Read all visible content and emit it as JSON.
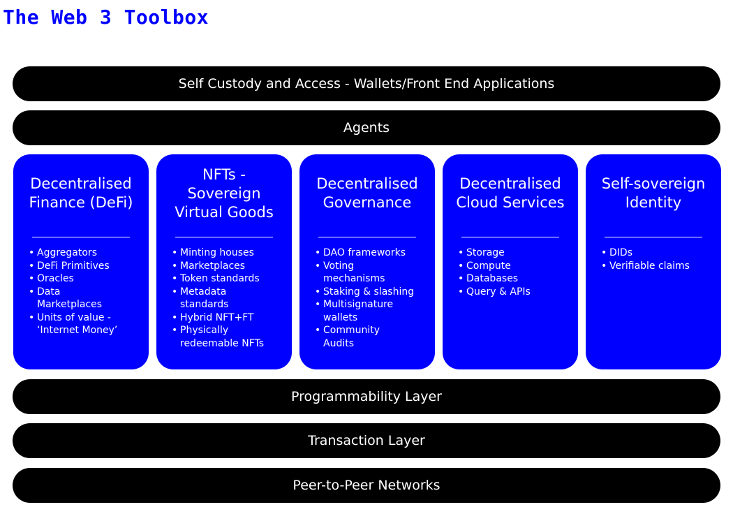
{
  "page": {
    "title": "The Web 3 Toolbox"
  },
  "colors": {
    "card_background": "#0000ff",
    "layer_background": "#000000",
    "title_color": "#0000ff",
    "text_on_dark": "#ffffff"
  },
  "top_layers": [
    {
      "label": "Self Custody and Access - Wallets/Front End Applications"
    },
    {
      "label": "Agents"
    }
  ],
  "cards": [
    {
      "title": "Decentralised\nFinance (DeFi)",
      "items": [
        "Aggregators",
        "DeFi Primitives",
        "Oracles",
        "Data\nMarketplaces",
        "Units of value -\n‘Internet Money’"
      ]
    },
    {
      "title": "NFTs -\nSovereign\nVirtual Goods",
      "items": [
        "Minting houses",
        "Marketplaces",
        "Token standards",
        "Metadata\nstandards",
        "Hybrid NFT+FT",
        "Physically\nredeemable NFTs"
      ]
    },
    {
      "title": "Decentralised\nGovernance",
      "items": [
        "DAO frameworks",
        "Voting\nmechanisms",
        "Staking & slashing",
        "Multisignature\nwallets",
        "Community\nAudits"
      ]
    },
    {
      "title": "Decentralised\nCloud Services",
      "items": [
        "Storage",
        "Compute",
        "Databases",
        "Query & APIs"
      ]
    },
    {
      "title": "Self-sovereign\nIdentity",
      "items": [
        "DIDs",
        "Verifiable claims"
      ]
    }
  ],
  "bottom_layers": [
    {
      "label": "Programmability Layer"
    },
    {
      "label": "Transaction Layer"
    },
    {
      "label": "Peer-to-Peer Networks"
    }
  ]
}
